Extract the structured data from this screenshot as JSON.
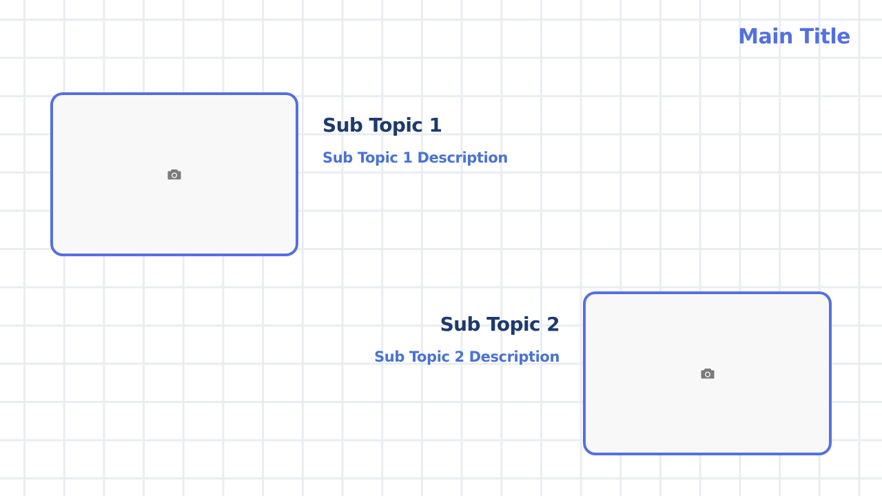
{
  "slide": {
    "main_title": "Main Title",
    "topics": [
      {
        "heading": "Sub Topic 1",
        "description": "Sub Topic 1 Description",
        "image_placeholder_icon": "camera-icon"
      },
      {
        "heading": "Sub Topic 2",
        "description": "Sub Topic 2 Description",
        "image_placeholder_icon": "camera-icon"
      }
    ]
  },
  "colors": {
    "accent": "#5470e0",
    "heading": "#1c3a6e",
    "description": "#4a72d3",
    "grid_line": "#e9edf1",
    "placeholder_fill": "#f8f8f9",
    "icon": "#7a7a7a"
  }
}
